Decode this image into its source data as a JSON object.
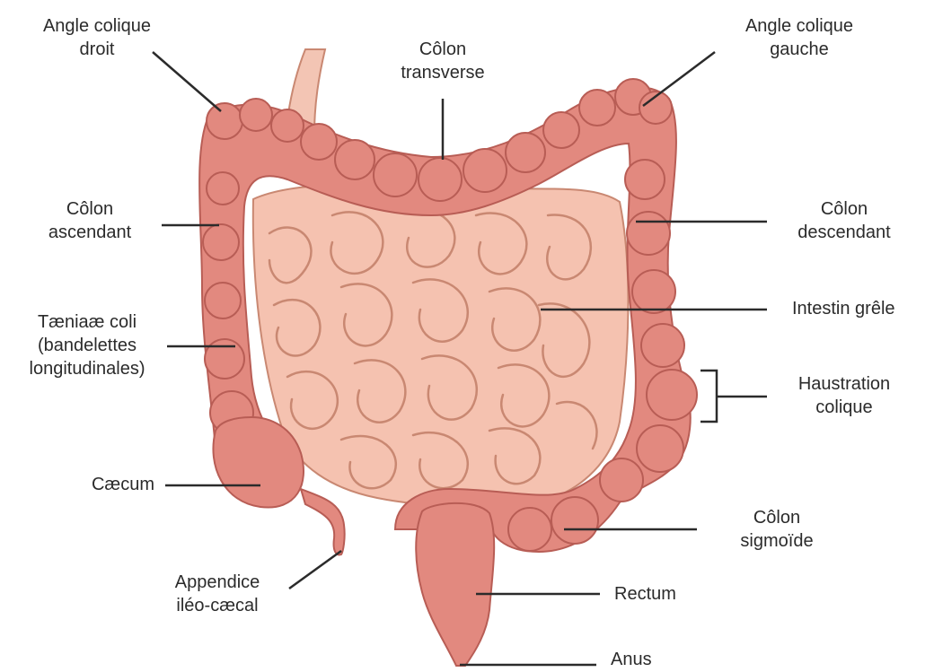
{
  "diagram": {
    "colors": {
      "colon_fill": "#e2897f",
      "colon_stroke": "#b85d55",
      "intestine_fill": "#f5c2b0",
      "intestine_stroke": "#c98872",
      "leader_line": "#2b2b2b"
    },
    "labels": {
      "right_colic_flexure": [
        "Angle colique",
        "droit"
      ],
      "transverse_colon": [
        "Côlon",
        "transverse"
      ],
      "left_colic_flexure": [
        "Angle colique",
        "gauche"
      ],
      "ascending_colon": [
        "Côlon",
        "ascendant"
      ],
      "descending_colon": [
        "Côlon",
        "descendant"
      ],
      "small_intestine": [
        "Intestin grêle"
      ],
      "taeniae_coli": [
        "Tæniaæ coli",
        "(bandelettes",
        "longitudinales)"
      ],
      "haustra": [
        "Haustration",
        "colique"
      ],
      "caecum": [
        "Cæcum"
      ],
      "sigmoid_colon": [
        "Côlon",
        "sigmoïde"
      ],
      "appendix": [
        "Appendice",
        "iléo-cæcal"
      ],
      "rectum": [
        "Rectum"
      ],
      "anus": [
        "Anus"
      ]
    }
  }
}
